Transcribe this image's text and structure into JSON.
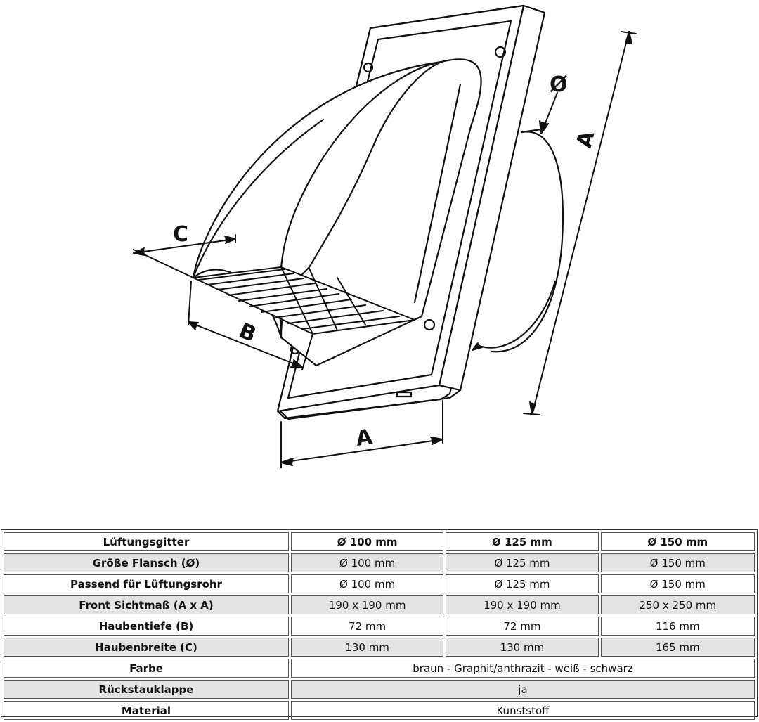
{
  "drawing": {
    "labels": {
      "diameter": "Ø",
      "a_side": "A",
      "a_bottom": "A",
      "b": "B",
      "c": "C"
    }
  },
  "table": {
    "header": [
      "Lüftungsgitter",
      "Ø 100 mm",
      "Ø 125 mm",
      "Ø 150 mm"
    ],
    "rows": [
      {
        "label": "Größe Flansch (Ø)",
        "values": [
          "Ø 100 mm",
          "Ø 125 mm",
          "Ø 150 mm"
        ]
      },
      {
        "label": "Passend für Lüftungsrohr",
        "values": [
          "Ø 100 mm",
          "Ø 125 mm",
          "Ø 150 mm"
        ]
      },
      {
        "label": "Front Sichtmaß (A x A)",
        "values": [
          "190 x 190 mm",
          "190 x 190 mm",
          "250 x 250 mm"
        ]
      },
      {
        "label": "Haubentiefe (B)",
        "values": [
          "72 mm",
          "72 mm",
          "116 mm"
        ]
      },
      {
        "label": "Haubenbreite (C)",
        "values": [
          "130 mm",
          "130 mm",
          "165 mm"
        ]
      }
    ],
    "merged_rows": [
      {
        "label": "Farbe",
        "value": "braun - Graphit/anthrazit - weiß - schwarz"
      },
      {
        "label": "Rückstauklappe",
        "value": "ja"
      },
      {
        "label": "Material",
        "value": "Kunststoff"
      }
    ]
  }
}
